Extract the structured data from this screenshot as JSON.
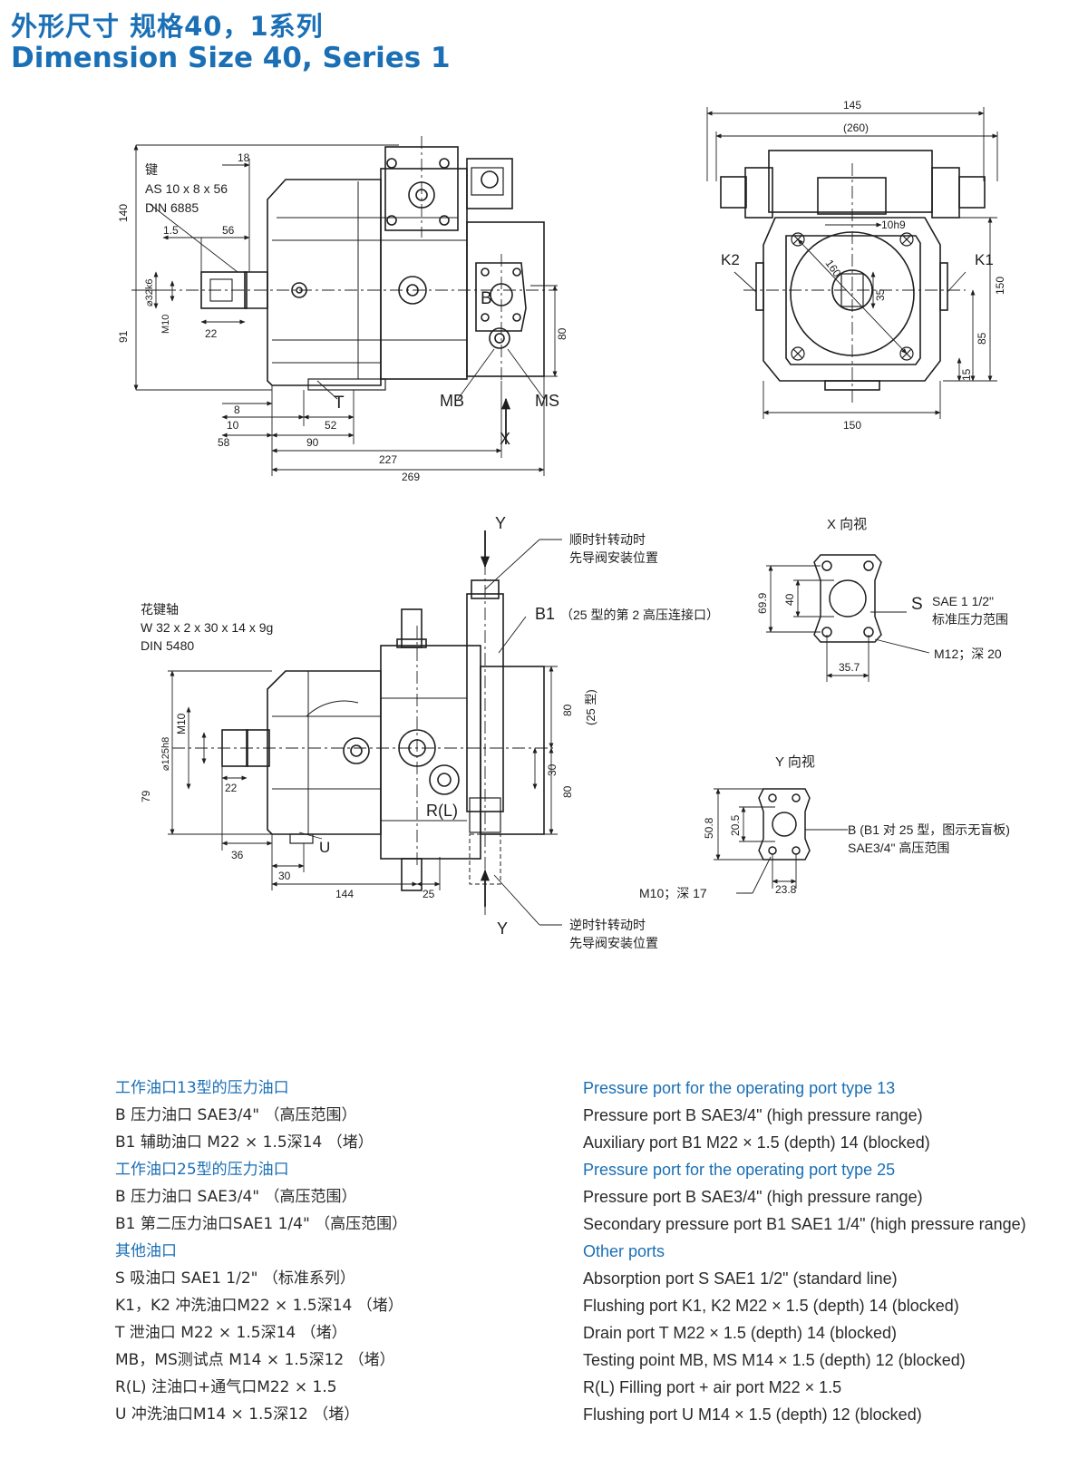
{
  "header": {
    "title_cn": "外形尺寸  规格40，1系列",
    "title_en": "Dimension  Size 40, Series 1"
  },
  "colors": {
    "accent": "#1a6fb5",
    "line": "#1e1e1e",
    "text": "#2a2a2a"
  },
  "view_top": {
    "key_note": [
      "键",
      "AS 10 x 8 x 56",
      "DIN 6885"
    ],
    "dims": {
      "d18": "18",
      "d140": "140",
      "d1_5": "1.5",
      "d56": "56",
      "d32": "⌀32k6",
      "dM10": "M10",
      "d22": "22",
      "d91": "91",
      "d80": "80",
      "d8": "8",
      "d10": "10",
      "d52": "52",
      "d58": "58",
      "d90": "90",
      "d227": "227",
      "d269": "269"
    },
    "ports": {
      "B": "B",
      "T": "T",
      "MB": "MB",
      "MS": "MS",
      "X": "X"
    }
  },
  "view_side": {
    "dims": {
      "d145": "145",
      "d260": "(260)",
      "d10h9": "10h9",
      "d160": "160",
      "d35": "35",
      "d150v": "150",
      "d85": "85",
      "d15": "15",
      "d150h": "150"
    },
    "ports": {
      "K2": "K2",
      "K1": "K1"
    }
  },
  "view_front": {
    "spline_note": [
      "花键轴",
      "W 32 x 2 x 30 x 14 x 9g",
      "DIN 5480"
    ],
    "note_cw": [
      "顺时针转动时",
      "先导阀安装位置"
    ],
    "note_ccw": [
      "逆时针转动时",
      "先导阀安装位置"
    ],
    "b1_label": "B1",
    "b1_note": "（25 型的第 2 高压连接口）",
    "dims": {
      "dM10": "M10",
      "d125": "⌀125h8",
      "d22": "22",
      "d79": "79",
      "d36": "36",
      "d30a": "30",
      "d144": "144",
      "d25": "25",
      "d80a": "80",
      "d25type": "(25 型)",
      "d30b": "30",
      "d80b": "80"
    },
    "ports": {
      "U": "U",
      "RL": "R(L)",
      "Y": "Y"
    }
  },
  "view_x": {
    "title": "X 向视",
    "dims": {
      "d69_9": "69.9",
      "d40": "40",
      "d35_7": "35.7"
    },
    "port_s": "S",
    "notes": [
      "SAE 1 1/2\"",
      "标准压力范围",
      "M12；深 20"
    ]
  },
  "view_y": {
    "title": "Y 向视",
    "dims": {
      "d50_8": "50.8",
      "d20_5": "20.5",
      "d23_8": "23.8"
    },
    "notes": [
      "B (B1 对 25 型，图示无盲板)",
      "SAE3/4\"   高压范围",
      "M10；深 17"
    ]
  },
  "specs_cn": [
    {
      "kind": "h",
      "text": "工作油口13型的压力油口"
    },
    {
      "kind": "r",
      "text": "B  压力油口    SAE3/4\" （高压范围）"
    },
    {
      "kind": "r",
      "text": "B1 辅助油口    M22 × 1.5深14 （堵）"
    },
    {
      "kind": "h",
      "text": "工作油口25型的压力油口"
    },
    {
      "kind": "r",
      "text": "B  压力油口    SAE3/4\" （高压范围）"
    },
    {
      "kind": "r",
      "text": "B1 第二压力油口SAE1 1/4\" （高压范围）"
    },
    {
      "kind": "h",
      "text": "其他油口"
    },
    {
      "kind": "r",
      "text": "S      吸油口  SAE1 1/2\" （标准系列）"
    },
    {
      "kind": "r",
      "text": "K1，K2 冲洗油口M22 × 1.5深14 （堵）"
    },
    {
      "kind": "r",
      "text": "T      泄油口  M22 × 1.5深14  （堵）"
    },
    {
      "kind": "r",
      "text": "MB，MS测试点  M14 × 1.5深12  （堵）"
    },
    {
      "kind": "r",
      "text": "R(L)   注油口+通气口M22 × 1.5"
    },
    {
      "kind": "r",
      "text": "U      冲洗油口M14 × 1.5深12 （堵）"
    }
  ],
  "specs_en": [
    {
      "kind": "h",
      "text": "Pressure port for the operating port type 13"
    },
    {
      "kind": "r",
      "text": "Pressure port B  SAE3/4\"  (high pressure range)"
    },
    {
      "kind": "r",
      "text": "Auxiliary port B1 M22 × 1.5 (depth) 14 (blocked)"
    },
    {
      "kind": "h",
      "text": "Pressure port for the operating port type 25"
    },
    {
      "kind": "r",
      "text": "Pressure port B SAE3/4\"  (high pressure range)"
    },
    {
      "kind": "r",
      "text": "Secondary pressure port B1  SAE1 1/4\"  (high pressure range)"
    },
    {
      "kind": "h",
      "text": "Other ports"
    },
    {
      "kind": "r",
      "text": "Absorption port S         SAE1 1/2\" (standard line)"
    },
    {
      "kind": "r",
      "text": "Flushing port K1, K2  M22 × 1.5 (depth) 14 (blocked)"
    },
    {
      "kind": "r",
      "text": "Drain port T      M22 × 1.5 (depth) 14 (blocked)"
    },
    {
      "kind": "r",
      "text": "Testing point MB, MS M14 × 1.5 (depth) 12 (blocked)"
    },
    {
      "kind": "r",
      "text": "R(L)   Filling port + air port M22 × 1.5"
    },
    {
      "kind": "r",
      "text": "Flushing port U       M14 × 1.5 (depth) 12 (blocked)"
    }
  ]
}
